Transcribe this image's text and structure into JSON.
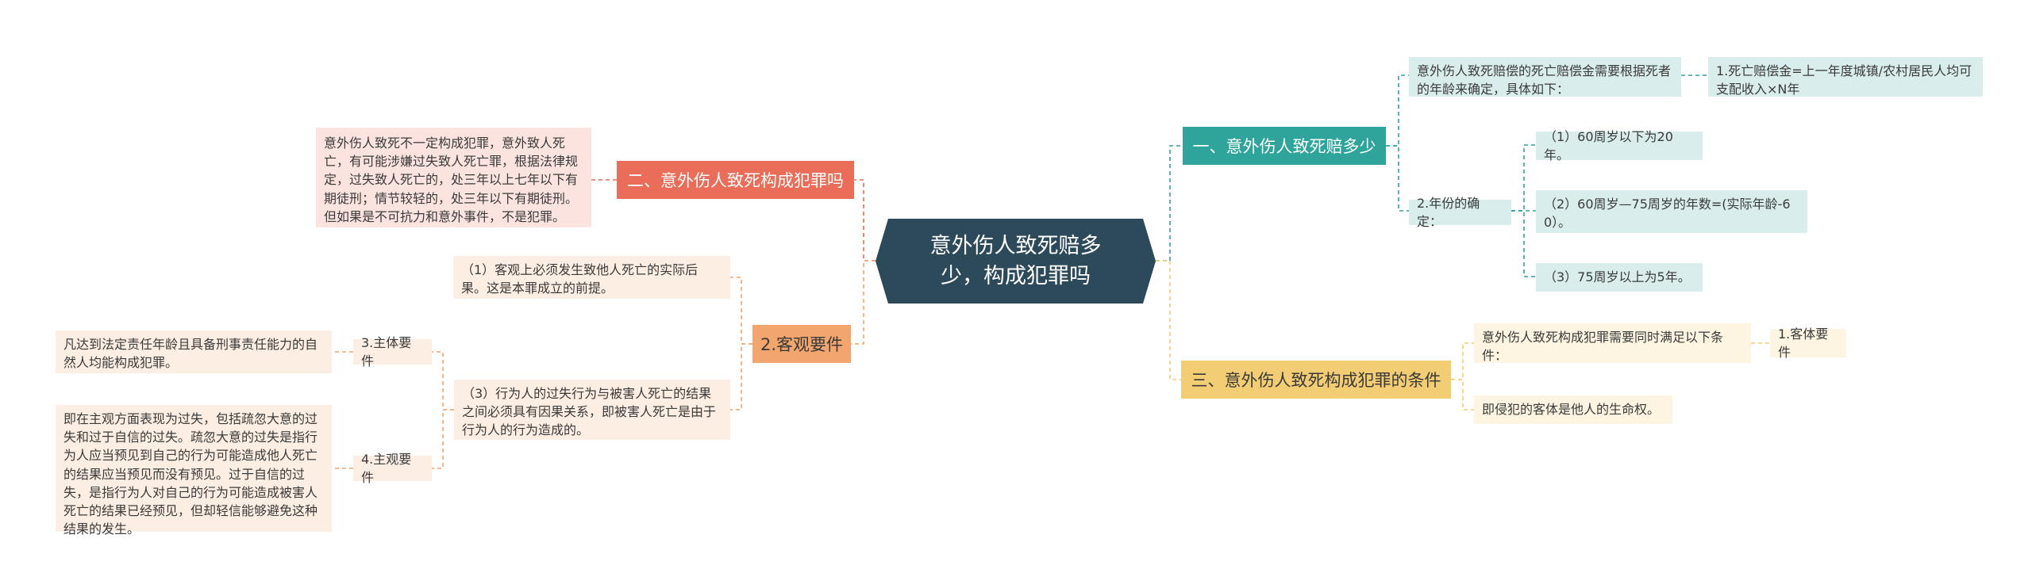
{
  "colors": {
    "root": "#2d4a5a",
    "branch_teal": "#2ea49a",
    "branch_red": "#e96d58",
    "branch_yellow": "#f2cd73",
    "branch_orange": "#f2a66d",
    "leaf_teal": "#d9edec",
    "leaf_pink": "#fbe4df",
    "leaf_yellow": "#fdf5e1",
    "leaf_peach": "#fdeee3"
  },
  "root": {
    "text": "意外伤人致死赔多少，构成犯罪吗"
  },
  "branch1": {
    "label": "一、意外伤人致死赔多少",
    "child1": "意外伤人致死赔偿的死亡赔偿金需要根据死者的年龄来确定，具体如下：",
    "child1_leaf": "1.死亡赔偿金=上一年度城镇/农村居民人均可支配收入×N年",
    "child2": "2.年份的确定：",
    "child2_leaves": [
      "（1）60周岁以下为20年。",
      "（2）60周岁—75周岁的年数=(实际年龄-60）。",
      "（3）75周岁以上为5年。"
    ]
  },
  "branch2": {
    "label": "二、意外伤人致死构成犯罪吗",
    "leaf": "意外伤人致死不一定构成犯罪，意外致人死亡，有可能涉嫌过失致人死亡罪，根据法律规定，过失致人死亡的，处三年以上七年以下有期徒刑；情节较轻的，处三年以下有期徒刑。但如果是不可抗力和意外事件，不是犯罪。"
  },
  "branch3": {
    "label": "三、意外伤人致死构成犯罪的条件",
    "child1": "意外伤人致死构成犯罪需要同时满足以下条件：",
    "child1_leaf": "1.客体要件",
    "child2": "即侵犯的客体是他人的生命权。"
  },
  "branch4": {
    "label": "2.客观要件",
    "child1": "（1）客观上必须发生致他人死亡的实际后果。这是本罪成立的前提。",
    "child2": "（3）行为人的过失行为与被害人死亡的结果之间必须具有因果关系，即被害人死亡是由于行为人的行为造成的。",
    "sub1": {
      "label": "3.主体要件",
      "leaf": "凡达到法定责任年龄且具备刑事责任能力的自然人均能构成犯罪。"
    },
    "sub2": {
      "label": "4.主观要件",
      "leaf": "即在主观方面表现为过失，包括疏忽大意的过失和过于自信的过失。疏忽大意的过失是指行为人应当预见到自己的行为可能造成他人死亡的结果应当预见而没有预见。过于自信的过失，是指行为人对自己的行为可能造成被害人死亡的结果已经预见，但却轻信能够避免这种结果的发生。"
    }
  }
}
